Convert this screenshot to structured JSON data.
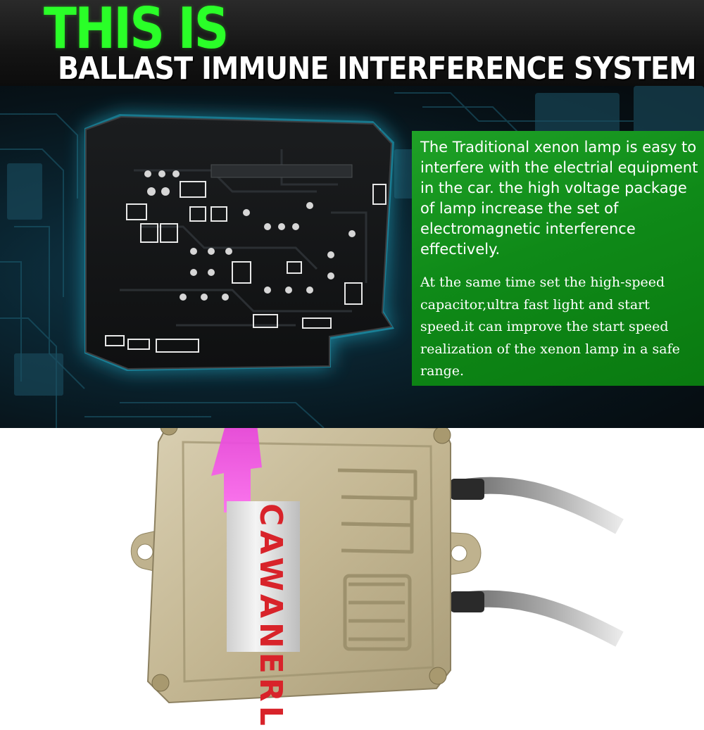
{
  "header": {
    "title_main": "THIS IS",
    "title_sub": "BALLAST IMMUNE INTERFERENCE SYSTEM"
  },
  "panel": {
    "paragraph_1": "The Traditional xenon lamp is easy to interfere with the electrial equipment in the car. the high voltage package of lamp increase the set of electromagnetic interference effectively.",
    "paragraph_2": "At the same time set the high-speed capacitor,ultra fast light and start speed.it can improve the start speed realization of the xenon lamp in a safe range."
  },
  "product": {
    "brand_logo": "CAWANERL"
  },
  "colors": {
    "title_green": "#2aff28",
    "panel_green": "#12911c",
    "arrow_magenta": "#e01ed0",
    "logo_red": "#d8232a",
    "case_gold": "#c8bb98"
  }
}
